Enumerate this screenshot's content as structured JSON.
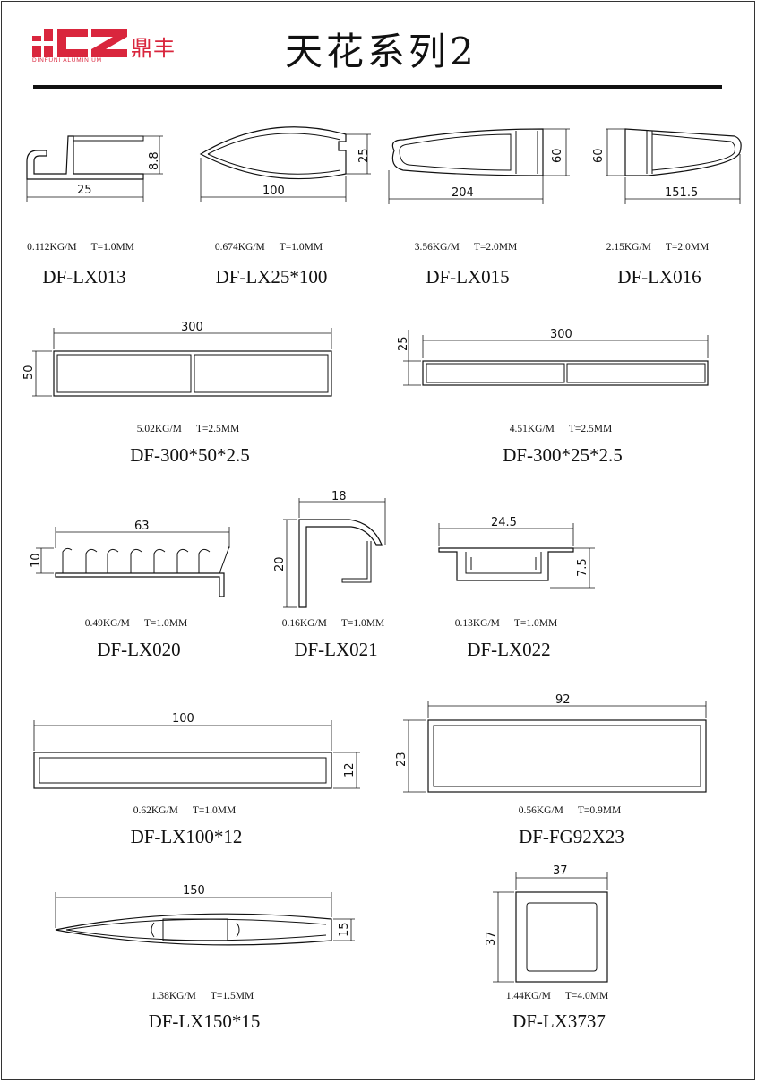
{
  "header": {
    "logo_cn": "鼎丰",
    "logo_en": "DINFUNI ALUMINIUM",
    "title": "天花系列2"
  },
  "products": [
    {
      "code": "DF-LX013",
      "weight": "0.112KG/M",
      "thickness": "T=1.0MM",
      "dims": [
        "25",
        "8.8"
      ]
    },
    {
      "code": "DF-LX25*100",
      "weight": "0.674KG/M",
      "thickness": "T=1.0MM",
      "dims": [
        "100",
        "25"
      ]
    },
    {
      "code": "DF-LX015",
      "weight": "3.56KG/M",
      "thickness": "T=2.0MM",
      "dims": [
        "204",
        "60"
      ]
    },
    {
      "code": "DF-LX016",
      "weight": "2.15KG/M",
      "thickness": "T=2.0MM",
      "dims": [
        "151.5",
        "60"
      ]
    },
    {
      "code": "DF-300*50*2.5",
      "weight": "5.02KG/M",
      "thickness": "T=2.5MM",
      "dims": [
        "300",
        "50"
      ]
    },
    {
      "code": "DF-300*25*2.5",
      "weight": "4.51KG/M",
      "thickness": "T=2.5MM",
      "dims": [
        "300",
        "25"
      ]
    },
    {
      "code": "DF-LX020",
      "weight": "0.49KG/M",
      "thickness": "T=1.0MM",
      "dims": [
        "63",
        "10"
      ]
    },
    {
      "code": "DF-LX021",
      "weight": "0.16KG/M",
      "thickness": "T=1.0MM",
      "dims": [
        "18",
        "20"
      ]
    },
    {
      "code": "DF-LX022",
      "weight": "0.13KG/M",
      "thickness": "T=1.0MM",
      "dims": [
        "24.5",
        "7.5"
      ]
    },
    {
      "code": "DF-LX100*12",
      "weight": "0.62KG/M",
      "thickness": "T=1.0MM",
      "dims": [
        "100",
        "12"
      ]
    },
    {
      "code": "DF-FG92X23",
      "weight": "0.56KG/M",
      "thickness": "T=0.9MM",
      "dims": [
        "92",
        "23"
      ]
    },
    {
      "code": "DF-LX150*15",
      "weight": "1.38KG/M",
      "thickness": "T=1.5MM",
      "dims": [
        "150",
        "15"
      ]
    },
    {
      "code": "DF-LX3737",
      "weight": "1.44KG/M",
      "thickness": "T=4.0MM",
      "dims": [
        "37",
        "37"
      ]
    }
  ],
  "colors": {
    "brand": "#d9263d",
    "line": "#111111"
  }
}
